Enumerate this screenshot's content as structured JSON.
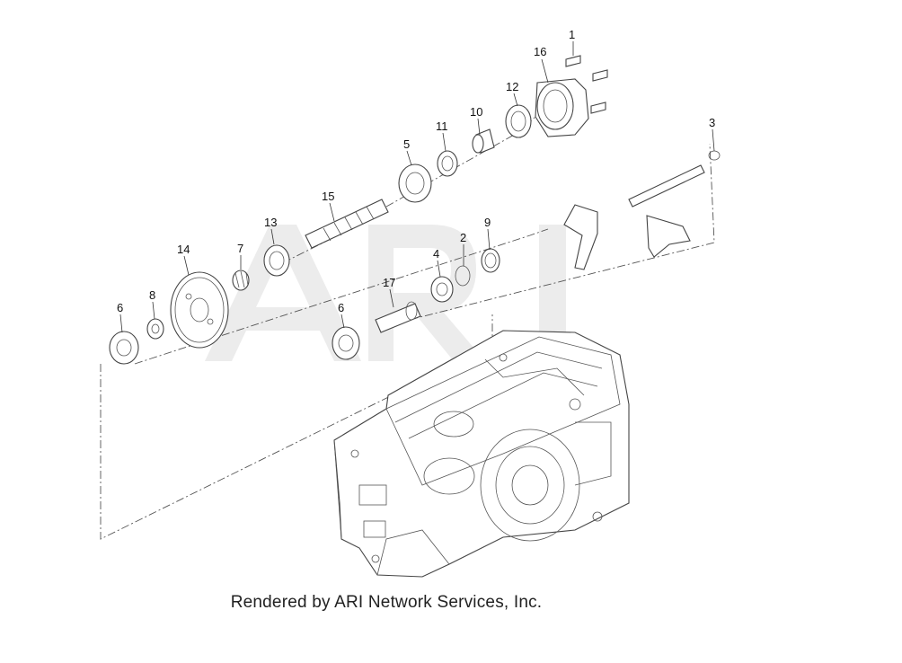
{
  "diagram": {
    "watermark": "ARI",
    "credit": "Rendered by ARI Network Services, Inc.",
    "callouts": [
      "1",
      "16",
      "12",
      "10",
      "11",
      "5",
      "3",
      "15",
      "13",
      "9",
      "2",
      "7",
      "14",
      "4",
      "17",
      "8",
      "6",
      "6"
    ]
  }
}
